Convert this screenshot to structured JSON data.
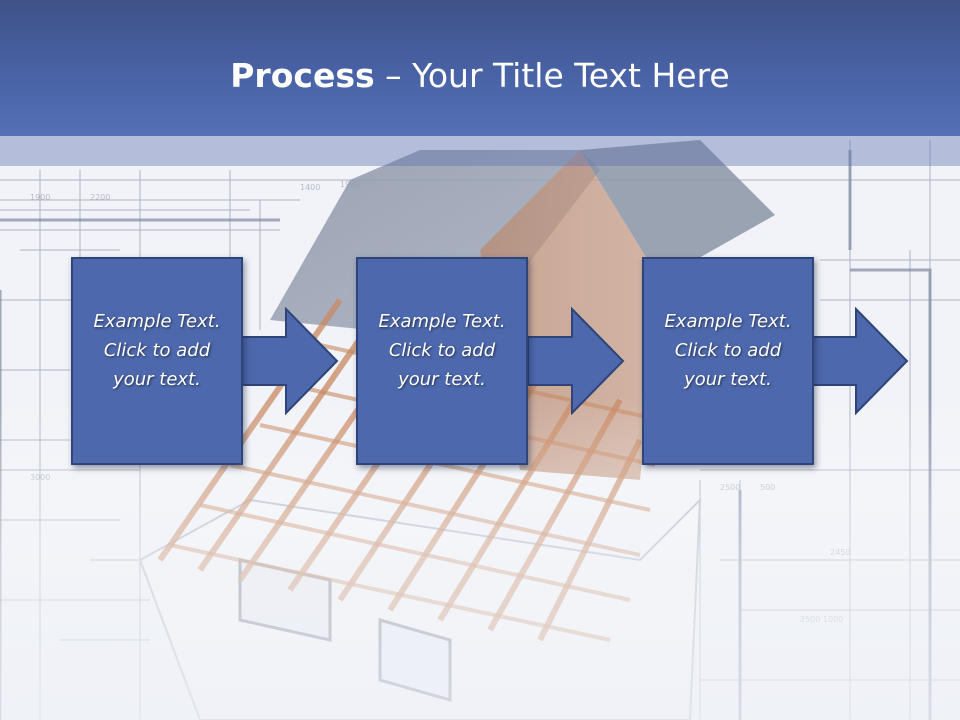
{
  "slide": {
    "title_bold": "Process",
    "title_rest": " – Your Title Text Here"
  },
  "steps": [
    {
      "text": "Example Text.\nClick  to add\nyour text."
    },
    {
      "text": "Example Text.\nClick  to add\nyour text."
    },
    {
      "text": "Example Text.\nClick  to add\nyour text."
    }
  ],
  "background": {
    "description_icon": "house-blueprint-image"
  },
  "colors": {
    "title_bar": "#4a64a8",
    "step_fill": "#4d68ad",
    "step_border": "#2f4478"
  }
}
